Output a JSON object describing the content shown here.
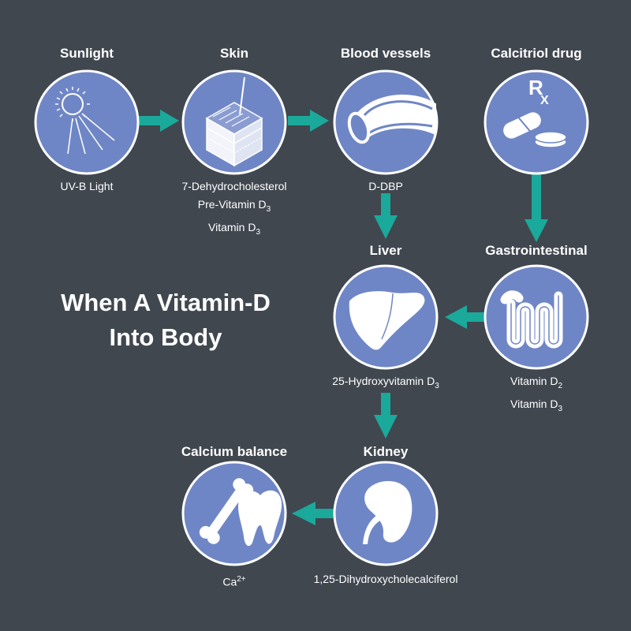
{
  "title": {
    "line1": "When A Vitamin-D",
    "line2": "Into Body"
  },
  "nodes": {
    "sunlight": {
      "title": "Sunlight",
      "desc": [
        "UV-B Light"
      ],
      "icon": "sun-icon"
    },
    "skin": {
      "title": "Skin",
      "desc": [
        "7-Dehydrocholesterol",
        "Pre-Vitamin D",
        "3",
        "Vitamin D",
        "3"
      ],
      "icon": "skin-layers-icon"
    },
    "blood": {
      "title": "Blood vessels",
      "desc": [
        "D-DBP"
      ],
      "icon": "blood-vessel-icon"
    },
    "drug": {
      "title": "Calcitriol drug",
      "desc": [],
      "icon": "pills-icon",
      "rx": "R",
      "rx_sub": "X"
    },
    "liver": {
      "title": "Liver",
      "desc": [
        "25-Hydroxyvitamin D",
        "3"
      ],
      "icon": "liver-icon"
    },
    "gi": {
      "title": "Gastrointestinal",
      "desc": [
        "Vitamin D",
        "2",
        "Vitamin D",
        "3"
      ],
      "icon": "intestine-icon"
    },
    "kidney": {
      "title": "Kidney",
      "desc": [
        "1,25-Dihydroxycholecalciferol"
      ],
      "icon": "kidney-icon"
    },
    "calcium": {
      "title": "Calcium balance",
      "desc": [
        "Ca",
        "2+"
      ],
      "icon": "bone-tooth-icon"
    }
  },
  "colors": {
    "background": "#40474f",
    "circle_fill": "#6f86c6",
    "circle_stroke": "#ffffff",
    "arrow": "#1aa99a",
    "text": "#ffffff"
  }
}
